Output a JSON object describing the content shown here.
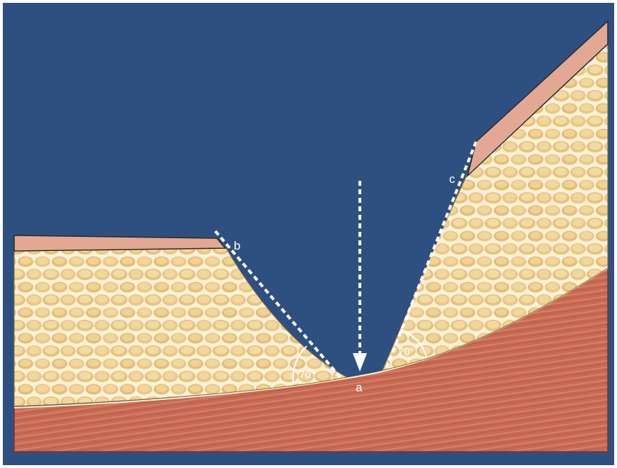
{
  "labels": {
    "a": "a",
    "b": "b",
    "c": "c",
    "angle_left": "70°",
    "angle_right": "70°"
  },
  "colors": {
    "background": "#2e5080",
    "frame": "#ffffff",
    "fat": "#e8c788",
    "fat_lobule": "#f1d79e",
    "fat_lobule_shadow": "#caa25a",
    "septa": "#fbf1d4",
    "skin": "#e2a894",
    "muscle": "#c96b55",
    "muscle_light": "#e0937c",
    "muscle_dark": "#a94a36",
    "guide_lines": "#ffffff"
  },
  "icons": {
    "cut_direction": "down-arrow-icon"
  }
}
